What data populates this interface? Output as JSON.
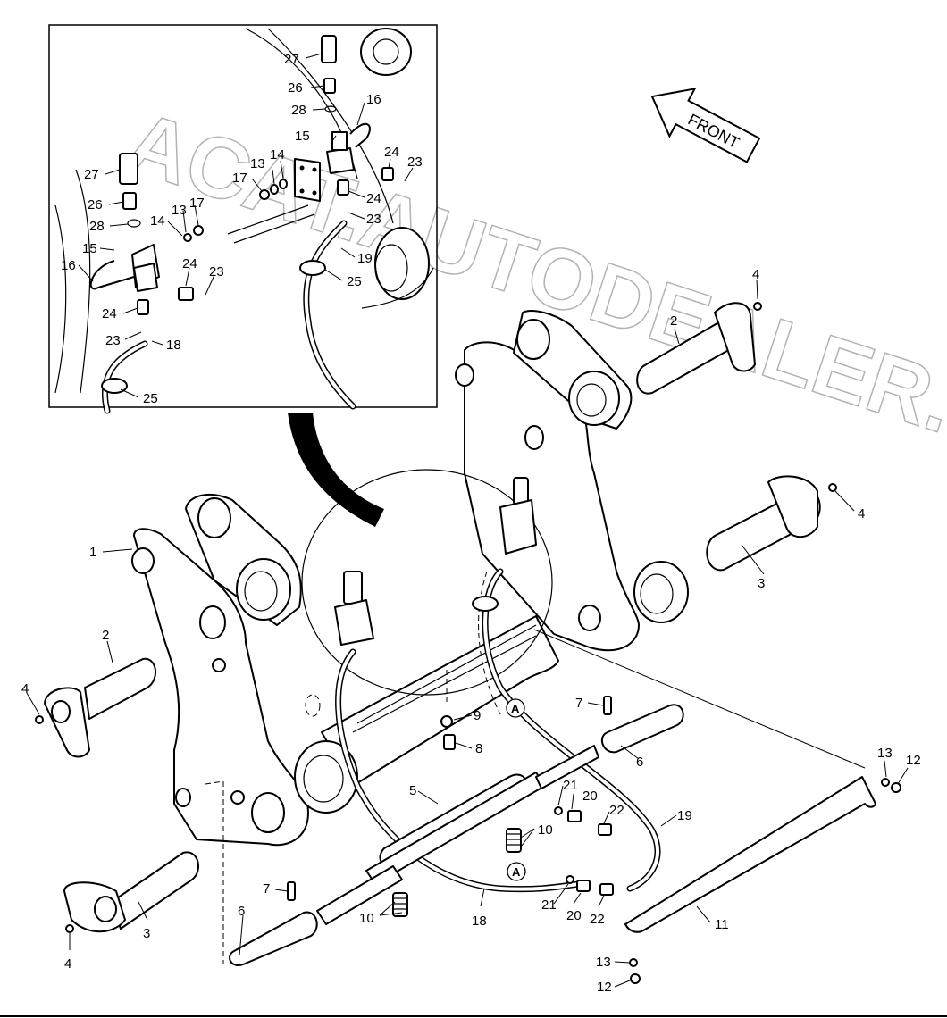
{
  "diagram": {
    "direction_label": "FRONT",
    "watermark": "ACAT.AUTODEALER.RU",
    "detail_ref": "A",
    "callouts": [
      {
        "id": "c1",
        "label": "1"
      },
      {
        "id": "c2a",
        "label": "2"
      },
      {
        "id": "c2b",
        "label": "2"
      },
      {
        "id": "c3a",
        "label": "3"
      },
      {
        "id": "c3b",
        "label": "3"
      },
      {
        "id": "c4a",
        "label": "4"
      },
      {
        "id": "c4b",
        "label": "4"
      },
      {
        "id": "c4c",
        "label": "4"
      },
      {
        "id": "c4d",
        "label": "4"
      },
      {
        "id": "c5",
        "label": "5"
      },
      {
        "id": "c6a",
        "label": "6"
      },
      {
        "id": "c6b",
        "label": "6"
      },
      {
        "id": "c7a",
        "label": "7"
      },
      {
        "id": "c7b",
        "label": "7"
      },
      {
        "id": "c8",
        "label": "8"
      },
      {
        "id": "c9",
        "label": "9"
      },
      {
        "id": "c10a",
        "label": "10"
      },
      {
        "id": "c10b",
        "label": "10"
      },
      {
        "id": "c11",
        "label": "11"
      },
      {
        "id": "c12a",
        "label": "12"
      },
      {
        "id": "c12b",
        "label": "12"
      },
      {
        "id": "c13a",
        "label": "13"
      },
      {
        "id": "c13b",
        "label": "13"
      },
      {
        "id": "c18",
        "label": "18"
      },
      {
        "id": "c19",
        "label": "19"
      },
      {
        "id": "c20a",
        "label": "20"
      },
      {
        "id": "c20b",
        "label": "20"
      },
      {
        "id": "c21a",
        "label": "21"
      },
      {
        "id": "c21b",
        "label": "21"
      },
      {
        "id": "c22a",
        "label": "22"
      },
      {
        "id": "c22b",
        "label": "22"
      },
      {
        "id": "i27a",
        "label": "27"
      },
      {
        "id": "i26a",
        "label": "26"
      },
      {
        "id": "i28a",
        "label": "28"
      },
      {
        "id": "i15a",
        "label": "15"
      },
      {
        "id": "i16a",
        "label": "16"
      },
      {
        "id": "i13a",
        "label": "13"
      },
      {
        "id": "i14a",
        "label": "14"
      },
      {
        "id": "i17a",
        "label": "17"
      },
      {
        "id": "i24a",
        "label": "24"
      },
      {
        "id": "i24b",
        "label": "24"
      },
      {
        "id": "i23a",
        "label": "23"
      },
      {
        "id": "i23b",
        "label": "23"
      },
      {
        "id": "i19",
        "label": "19"
      },
      {
        "id": "i25a",
        "label": "25"
      },
      {
        "id": "i27b",
        "label": "27"
      },
      {
        "id": "i26b",
        "label": "26"
      },
      {
        "id": "i28b",
        "label": "28"
      },
      {
        "id": "i14b",
        "label": "14"
      },
      {
        "id": "i13b",
        "label": "13"
      },
      {
        "id": "i17b",
        "label": "17"
      },
      {
        "id": "i15b",
        "label": "15"
      },
      {
        "id": "i16b",
        "label": "16"
      },
      {
        "id": "i24c",
        "label": "24"
      },
      {
        "id": "i24d",
        "label": "24"
      },
      {
        "id": "i23c",
        "label": "23"
      },
      {
        "id": "i23d",
        "label": "23"
      },
      {
        "id": "i18",
        "label": "18"
      },
      {
        "id": "i25b",
        "label": "25"
      }
    ]
  }
}
